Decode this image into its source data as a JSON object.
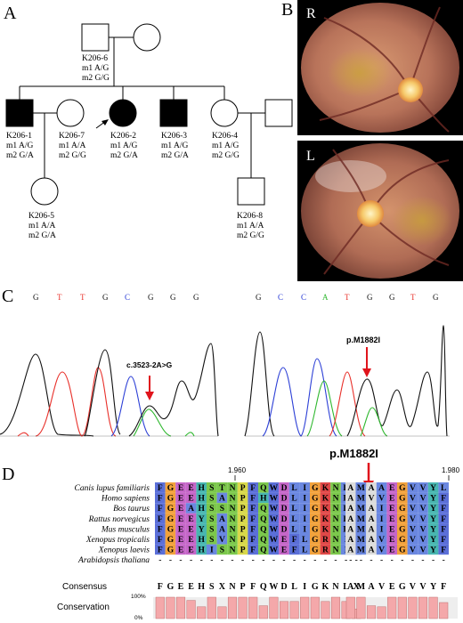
{
  "panels": {
    "a": "A",
    "b": "B",
    "c": "C",
    "d": "D"
  },
  "pedigree": {
    "individuals": [
      {
        "id": "K206-6",
        "m1": "m1 A/G",
        "m2": "m2 G/G",
        "sex": "male",
        "affected": false
      },
      {
        "id": "K206-1",
        "m1": "m1 A/G",
        "m2": "m2 G/A",
        "sex": "male",
        "affected": true
      },
      {
        "id": "K206-7",
        "m1": "m1 A/A",
        "m2": "m2 G/G",
        "sex": "female",
        "affected": false
      },
      {
        "id": "K206-2",
        "m1": "m1 A/G",
        "m2": "m2 G/A",
        "sex": "female",
        "affected": true
      },
      {
        "id": "K206-3",
        "m1": "m1 A/G",
        "m2": "m2 G/A",
        "sex": "male",
        "affected": true
      },
      {
        "id": "K206-4",
        "m1": "m1 A/G",
        "m2": "m2 G/G",
        "sex": "female",
        "affected": false
      },
      {
        "id": "K206-5",
        "m1": "m1 A/A",
        "m2": "m2 G/A",
        "sex": "female",
        "affected": false
      },
      {
        "id": "K206-8",
        "m1": "m1 A/A",
        "m2": "m2 G/G",
        "sex": "male",
        "affected": false
      }
    ]
  },
  "fundus": {
    "right_label": "R",
    "left_label": "L"
  },
  "chromatograms": {
    "left": {
      "bases": [
        "G",
        "T",
        "T",
        "G",
        "C",
        "G",
        "G",
        "G"
      ],
      "annotation": "c.3523-2A>G"
    },
    "right": {
      "bases": [
        "G",
        "C",
        "C",
        "A",
        "T",
        "G",
        "G",
        "T",
        "G"
      ],
      "annotation": "p.M1882I"
    }
  },
  "alignment": {
    "header_label": "p.M1882I",
    "position_start": "1.960",
    "position_end": "1.980",
    "species": [
      "Canis lupus familiaris",
      "Homo sapiens",
      "Bos taurus",
      "Rattus norvegicus",
      "Mus musculus",
      "Xenopus tropicalis",
      "Xenopus laevis",
      "Arabidopsis thaliana"
    ],
    "blocks": [
      [
        "FGEEHSTNPF",
        "FGEEHSANPF",
        "FGEAHSSNPF",
        "FGEEYSANPF",
        "FGEEYSANPF",
        "FGEEHSVNPF",
        "FGEEHISNPF",
        "----------"
      ],
      [
        "QWDLIGKNLV",
        "HWDLIGKNLF",
        "QWDLIGKNLA",
        "QWDLIGKNLF",
        "QWDLIGKNLF",
        "QWEFLGRNIF",
        "QWEFLGRNIF",
        "----------"
      ],
      [
        "AMAAEGVVYL",
        "AMVVEGVVYF",
        "AMAIEGVVYF",
        "AMAIEGVVYF",
        "AMAIEGVVYF",
        "AMAVEGVVYF",
        "AMAVEGVVYF",
        "----------"
      ]
    ],
    "consensus_label": "Consensus",
    "consensus": [
      "FGEEHSXNPF",
      "QWDLIGKNLX",
      "AMAVEGVVYF"
    ],
    "conservation_label": "Conservation",
    "conservation_axis": {
      "top": "100%",
      "bottom": "0%"
    },
    "conservation": [
      [
        1,
        1,
        1,
        0.85,
        0.55,
        1,
        0.55,
        1,
        1,
        1
      ],
      [
        0.6,
        1,
        0.8,
        0.8,
        1,
        1,
        0.8,
        1,
        0.8,
        0.45
      ],
      [
        1,
        1,
        0.6,
        0.55,
        1,
        1,
        1,
        1,
        1,
        0.75
      ]
    ]
  },
  "colors": {
    "affected": "#000000",
    "arrow": "#e0141c",
    "trace_black": "#111111",
    "trace_red": "#e8302a",
    "trace_blue": "#2c3fd6",
    "trace_green": "#2fb82f",
    "bar": "#f4a8aa"
  }
}
